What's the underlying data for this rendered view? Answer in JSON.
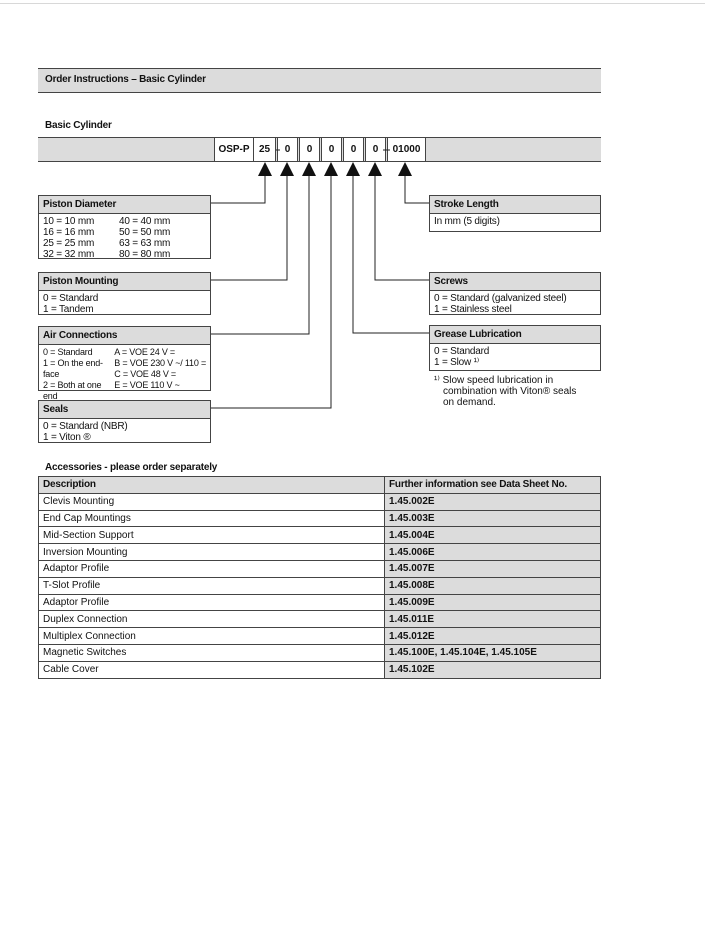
{
  "header": {
    "title": "Order Instructions – Basic Cylinder"
  },
  "basic": {
    "title": "Basic Cylinder",
    "code": [
      "OSP-P",
      "25",
      "0",
      "0",
      "0",
      "0",
      "0",
      "01000"
    ]
  },
  "piston_diameter": {
    "title": "Piston Diameter",
    "col1": [
      "10 = 10 mm",
      "16 = 16 mm",
      "25 = 25 mm",
      "32 = 32 mm"
    ],
    "col2": [
      "40 = 40 mm",
      "50 = 50 mm",
      "63 = 63 mm",
      "80 = 80 mm"
    ]
  },
  "piston_mounting": {
    "title": "Piston Mounting",
    "items": [
      "0 = Standard",
      "1 = Tandem"
    ]
  },
  "air_connections": {
    "title": "Air Connections",
    "col1": [
      "0 = Standard",
      "1 = On the end-face",
      "2 = Both at one end"
    ],
    "col2": [
      "A = VOE 24 V =",
      "B = VOE 230 V ~/ 110 =",
      "C = VOE 48 V =",
      "E = VOE 110 V ~"
    ]
  },
  "seals": {
    "title": "Seals",
    "items": [
      "0 = Standard (NBR)",
      "1 = Viton ®"
    ]
  },
  "stroke_length": {
    "title": "Stroke Length",
    "items": [
      "In mm (5 digits)"
    ]
  },
  "screws": {
    "title": "Screws",
    "items": [
      "0 = Standard (galvanized steel)",
      "1 = Stainless steel"
    ]
  },
  "grease": {
    "title": "Grease Lubrication",
    "items": [
      "0 = Standard",
      "1 = Slow ¹⁾"
    ],
    "footnote": [
      "¹⁾ Slow speed lubrication in",
      "combination with Viton® seals",
      "on demand."
    ]
  },
  "accessories": {
    "title": "Accessories - please order separately",
    "headers": [
      "Description",
      "Further information see Data Sheet No."
    ],
    "rows": [
      [
        "Clevis Mounting",
        "1.45.002E"
      ],
      [
        "End Cap Mountings",
        "1.45.003E"
      ],
      [
        "Mid-Section Support",
        "1.45.004E"
      ],
      [
        "Inversion Mounting",
        "1.45.006E"
      ],
      [
        "Adaptor Profile",
        "1.45.007E"
      ],
      [
        "T-Slot Profile",
        "1.45.008E"
      ],
      [
        "Adaptor Profile",
        "1.45.009E"
      ],
      [
        "Duplex Connection",
        "1.45.011E"
      ],
      [
        "Multiplex Connection",
        "1.45.012E"
      ],
      [
        "Magnetic Switches",
        "1.45.100E, 1.45.104E, 1.45.105E"
      ],
      [
        "Cable Cover",
        "1.45.102E"
      ]
    ]
  }
}
